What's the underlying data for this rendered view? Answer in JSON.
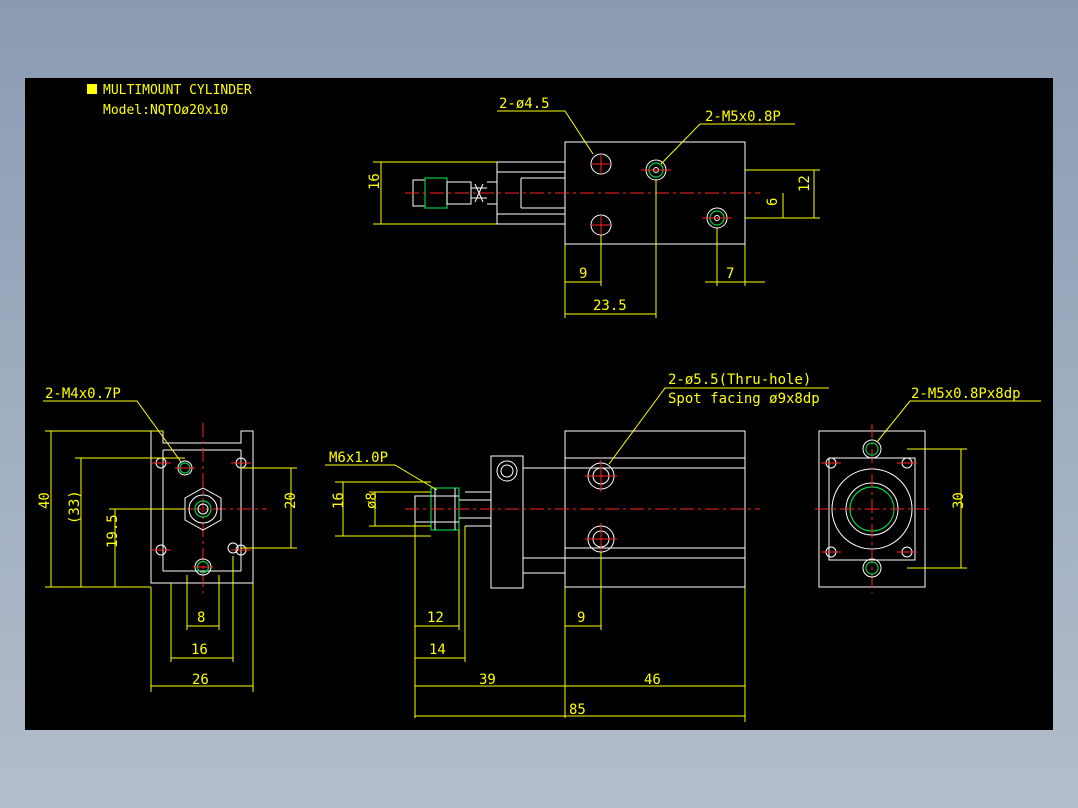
{
  "title": {
    "line1": "MULTIMOUNT CYLINDER",
    "line2": "Model:NQTOø20x10"
  },
  "top_view": {
    "callout_holes": "2-ø4.5",
    "callout_thread": "2-M5x0.8P",
    "dim_height": "16",
    "dim_12": "12",
    "dim_6": "6",
    "dim_9": "9",
    "dim_7": "7",
    "dim_23_5": "23.5"
  },
  "left_view": {
    "callout_thread": "2-M4x0.7P",
    "dim_40": "40",
    "dim_33": "(33)",
    "dim_19_5": "19.5",
    "dim_20": "20",
    "dim_8": "8",
    "dim_16": "16",
    "dim_26": "26"
  },
  "front_view": {
    "callout_rod_thread": "M6x1.0P",
    "callout_holes_line1": "2-ø5.5(Thru-hole)",
    "callout_holes_line2": "Spot facing ø9x8dp",
    "dim_16": "16",
    "dim_rod_dia": "ø8",
    "dim_12": "12",
    "dim_14": "14",
    "dim_9": "9",
    "dim_39": "39",
    "dim_46": "46",
    "dim_85": "85"
  },
  "right_view": {
    "callout_thread": "2-M5x0.8Px8dp",
    "dim_30": "30"
  },
  "colors": {
    "background": "#000000",
    "outline": "#ffffff",
    "dimension": "#ffff00",
    "centerline": "#ff2222",
    "thread": "#00cc44"
  }
}
